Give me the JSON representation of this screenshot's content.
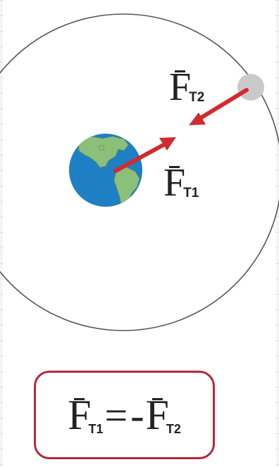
{
  "force_labels": {
    "ft2": {
      "symbol": "F",
      "subscript": "T2"
    },
    "ft1": {
      "symbol": "F",
      "subscript": "T1"
    }
  },
  "equation": {
    "lhs_symbol": "F",
    "lhs_subscript": "T1",
    "equals": "=",
    "minus": "-",
    "rhs_symbol": "F",
    "rhs_subscript": "T2"
  },
  "colors": {
    "arrow": "#d22a2f",
    "earth_ocean": "#1f7fc4",
    "earth_land": "#8cbf7a",
    "moon": "#c9c9cc",
    "orbit": "#555555",
    "equation_border": "#b3283d"
  }
}
